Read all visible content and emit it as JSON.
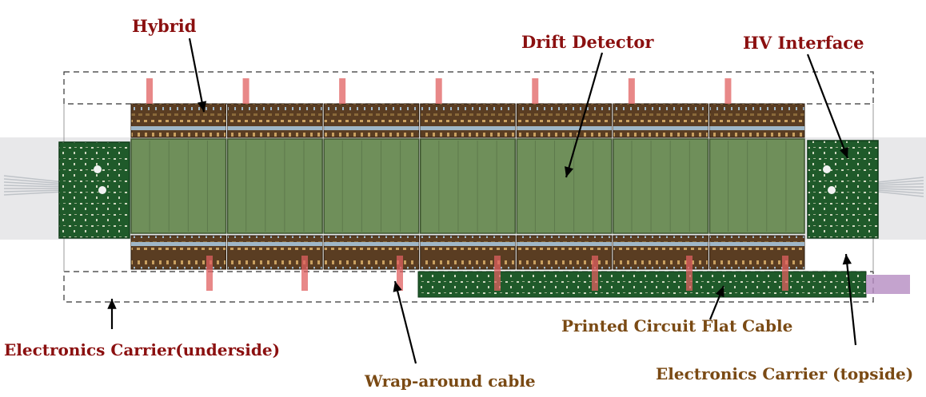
{
  "labels": {
    "hybrid": "Hybrid",
    "drift_detector": "Drift Detector",
    "hv_interface": "HV Interface",
    "electronics_carrier_underside": "Electronics Carrier(underside)",
    "wrap_around_cable": "Wrap-around cable",
    "printed_circuit_flat_cable": "Printed Circuit Flat Cable",
    "electronics_carrier_topside": "Electronics Carrier (topside)"
  },
  "module": {
    "detector_count": 7,
    "colors": {
      "detector_green": "#6f8f5a",
      "hybrid_brown": "#5a3d22",
      "pcb_green": "#1f5a2a",
      "cable_red": "#e06060",
      "label_dark_red": "#8b1010",
      "label_brown": "#7a4a14",
      "arrow": "#000000"
    }
  }
}
